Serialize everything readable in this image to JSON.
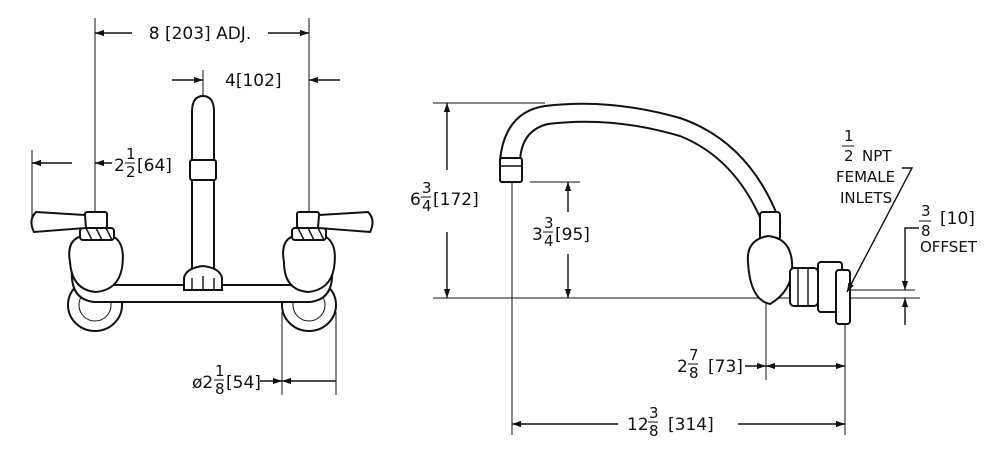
{
  "figure": {
    "front_view": {
      "centers_width": {
        "value": "8 [203] ADJ."
      },
      "spout_offset": {
        "value": "4[102]"
      },
      "handle_length": {
        "whole": "2",
        "num": "1",
        "den": "2",
        "metric": "[64]"
      },
      "flange_diameter": {
        "prefix": "ø2",
        "num": "1",
        "den": "8",
        "metric": "[54]"
      }
    },
    "side_view": {
      "height": {
        "whole": "6",
        "num": "3",
        "den": "4",
        "metric": "[172]"
      },
      "outlet_height": {
        "whole": "3",
        "num": "3",
        "den": "4",
        "metric": "[95]"
      },
      "inlet_note": {
        "num": "1",
        "den": "2",
        "line1": "NPT",
        "line2": "FEMALE",
        "line3": "INLETS"
      },
      "offset": {
        "num": "3",
        "den": "8",
        "metric": "[10]",
        "label": "OFFSET"
      },
      "wall_projection": {
        "whole": "2",
        "num": "7",
        "den": "8",
        "metric": "[73]"
      },
      "spout_reach": {
        "whole": "12",
        "num": "3",
        "den": "8",
        "metric": "[314]"
      }
    }
  }
}
